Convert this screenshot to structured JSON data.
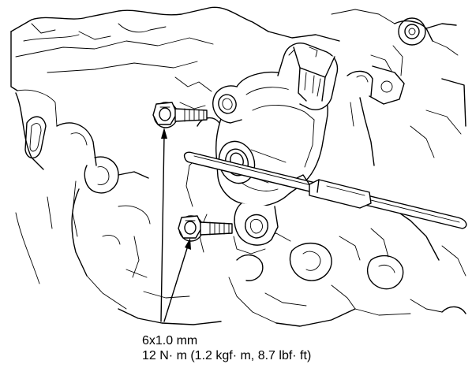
{
  "figure": {
    "type": "exploded-installation-illustration",
    "parts": [
      "bolt-icon",
      "bolt-icon",
      "switch-sensor-icon",
      "pointer-rod-icon",
      "transmission-housing-icon"
    ],
    "line_color": "#000000",
    "background_color": "#ffffff"
  },
  "spec": {
    "bolt_size": "6x1.0 mm",
    "torque": "12 N· m (1.2 kgf· m, 8.7 lbf· ft)"
  }
}
